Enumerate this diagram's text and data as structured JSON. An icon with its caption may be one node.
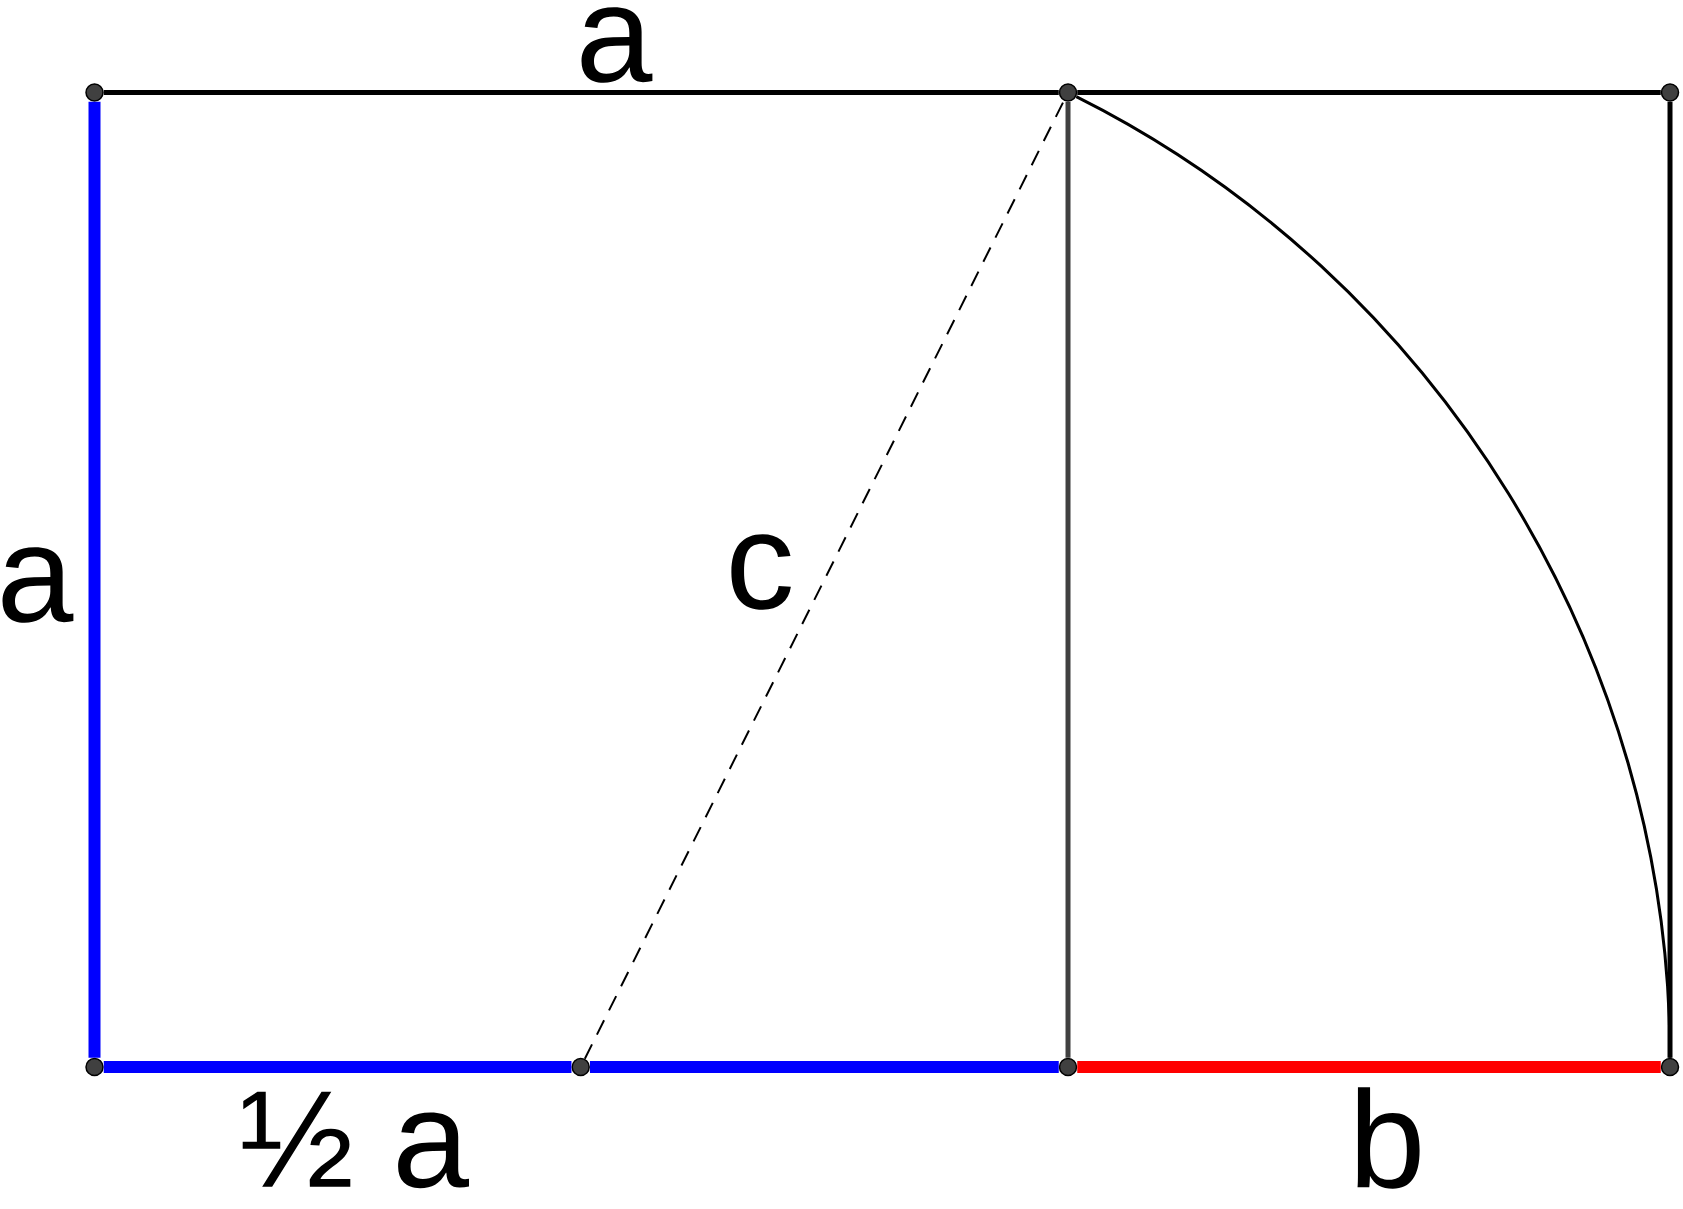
{
  "diagram": {
    "nodes": [
      {
        "text": [],
        "shape": "circle"
      },
      {
        "text": [],
        "shape": "circle"
      },
      {
        "text": [],
        "shape": "circle"
      },
      {
        "text": [],
        "shape": "circle"
      },
      {
        "text": [],
        "shape": "circle"
      },
      {
        "text": [],
        "shape": "circle"
      },
      {
        "text": [],
        "shape": "circle"
      }
    ],
    "edges": [
      {
        "from": 0,
        "to": 1,
        "arrow": "none",
        "label": "a"
      },
      {
        "from": 1,
        "to": 2,
        "arrow": "none"
      },
      {
        "from": 2,
        "to": 6,
        "arrow": "none"
      },
      {
        "from": 0,
        "to": 3,
        "arrow": "none",
        "style": "thick",
        "color": "#0000ff",
        "label": "a"
      },
      {
        "from": 3,
        "to": 4,
        "arrow": "none",
        "style": "thick",
        "color": "#0000ff",
        "label": "½ a"
      },
      {
        "from": 4,
        "to": 5,
        "arrow": "none",
        "style": "thick",
        "color": "#0000ff"
      },
      {
        "from": 5,
        "to": 6,
        "arrow": "none",
        "style": "thick",
        "color": "#ff0000",
        "label": "b"
      },
      {
        "from": 1,
        "to": 5,
        "arrow": "none",
        "color": "#404040"
      },
      {
        "from": 4,
        "to": 1,
        "arrow": "none",
        "style": "dashed",
        "label": "c"
      },
      {
        "from": 1,
        "to": 6,
        "arrow": "none"
      }
    ]
  }
}
